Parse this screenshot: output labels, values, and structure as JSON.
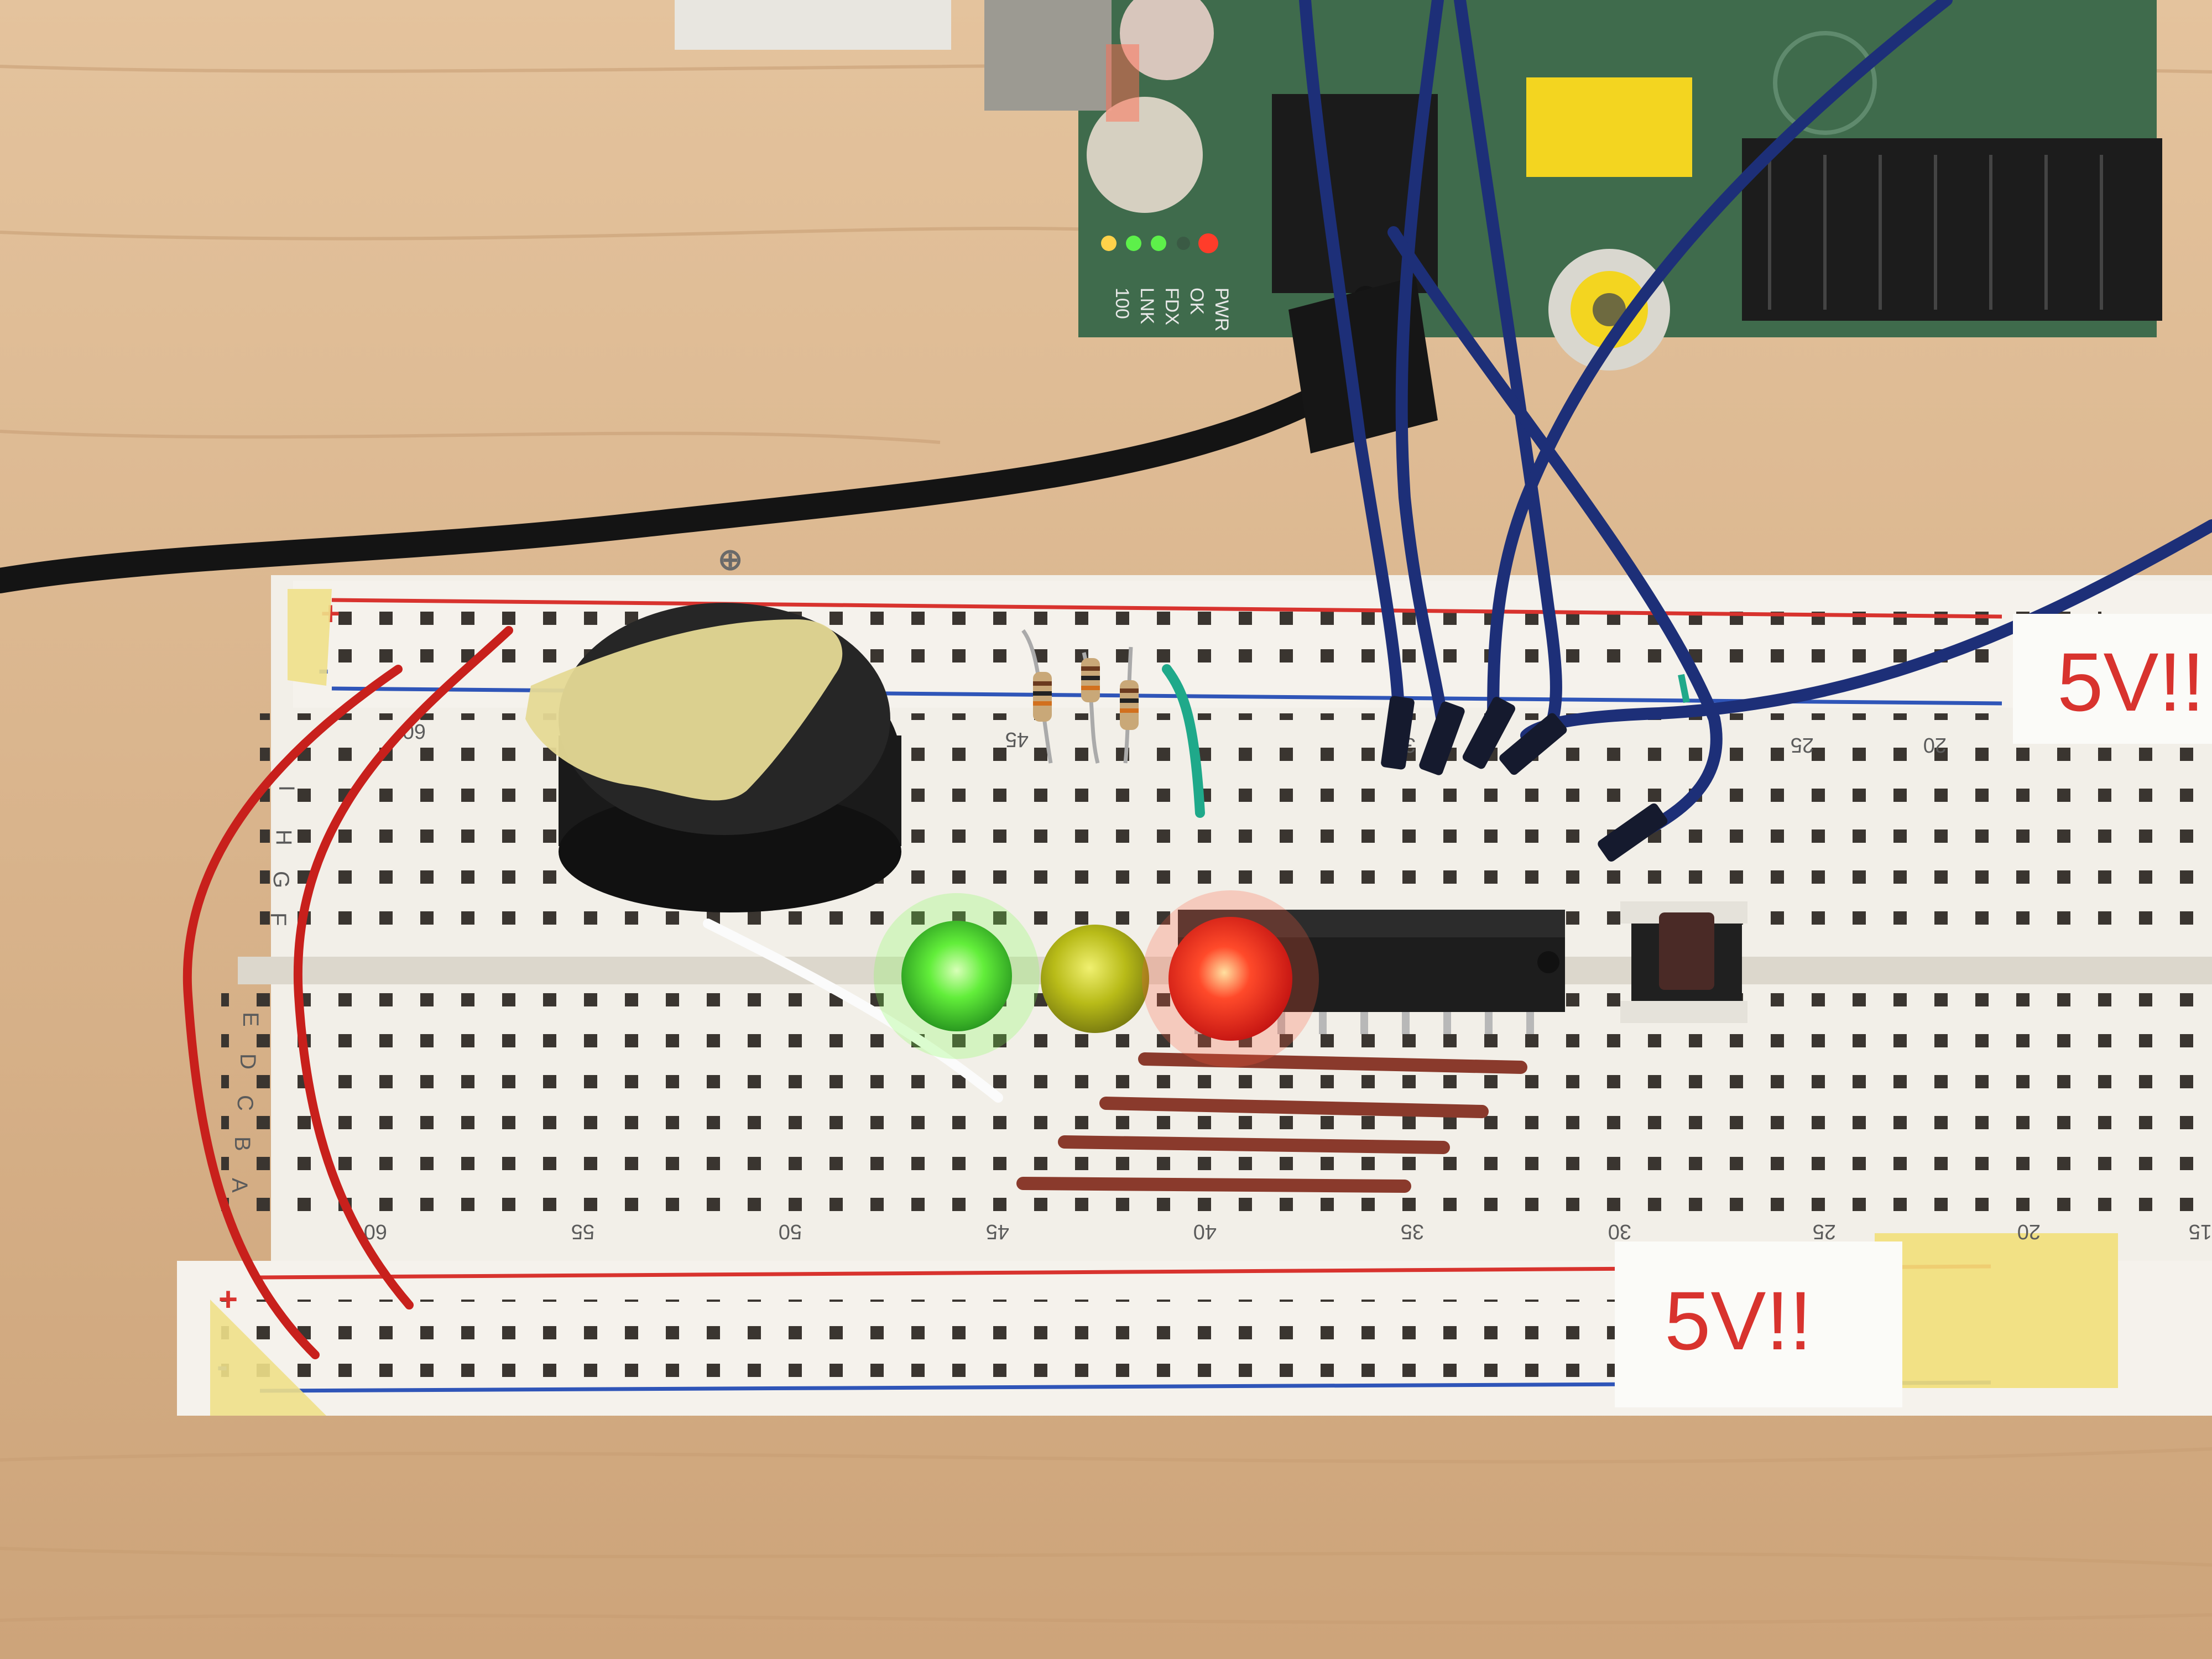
{
  "breadboard": {
    "top_rail_plus": "+",
    "top_rail_minus": "-",
    "bottom_rail_plus": "+",
    "bottom_rail_minus": "-",
    "column_numbers_top": [
      "60",
      "45",
      "35",
      "25",
      "20"
    ],
    "column_numbers_bottom": [
      "60",
      "55",
      "50",
      "45",
      "40",
      "35",
      "30",
      "25",
      "20",
      "15"
    ],
    "row_letters_top": [
      "I",
      "H",
      "G",
      "F"
    ],
    "row_letters_bottom": [
      "E",
      "D",
      "C",
      "B",
      "A"
    ]
  },
  "notes": {
    "top_right": "5V!!",
    "bottom_right": "5V!!"
  },
  "pcb": {
    "led_labels": [
      "100",
      "LNK",
      "FDX",
      "OK",
      "PWR"
    ]
  },
  "colors": {
    "wood": "#d9b48c",
    "breadboard": "#f2efe8",
    "rail_red": "#d8332e",
    "rail_blue": "#2f55b8",
    "jumper_blue": "#1d2f78",
    "jumper_red": "#c8201c",
    "jumper_brown": "#8a3a2c",
    "led_green": "#45e02a",
    "led_yellow": "#c9cc1c",
    "led_red": "#ff2a1f",
    "pcb_green": "#3f6b4c"
  }
}
